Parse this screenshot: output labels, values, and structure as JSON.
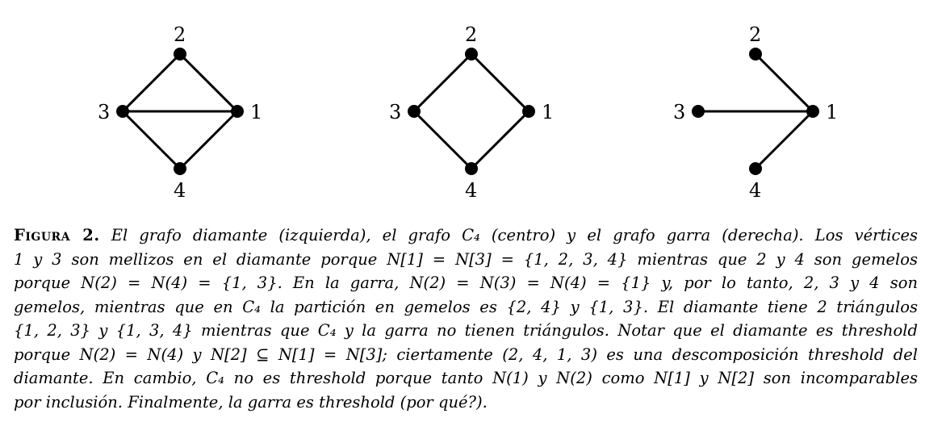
{
  "graphs": [
    {
      "name": "diamante",
      "vertex_labels": [
        "1",
        "2",
        "3",
        "4"
      ],
      "edges": [
        [
          "1",
          "2"
        ],
        [
          "1",
          "3"
        ],
        [
          "1",
          "4"
        ],
        [
          "2",
          "3"
        ],
        [
          "3",
          "4"
        ]
      ]
    },
    {
      "name": "C4",
      "vertex_labels": [
        "1",
        "2",
        "3",
        "4"
      ],
      "edges": [
        [
          "1",
          "2"
        ],
        [
          "2",
          "3"
        ],
        [
          "3",
          "4"
        ],
        [
          "4",
          "1"
        ]
      ]
    },
    {
      "name": "garra",
      "vertex_labels": [
        "1",
        "2",
        "3",
        "4"
      ],
      "edges": [
        [
          "1",
          "2"
        ],
        [
          "1",
          "3"
        ],
        [
          "1",
          "4"
        ]
      ]
    }
  ],
  "caption": {
    "label": "Figura 2.",
    "lines": [
      "El grafo diamante (izquierda), el grafo C₄ (centro) y el grafo garra (derecha). Los vértices",
      "1 y 3 son mellizos en el diamante porque N[1] = N[3] = {1, 2, 3, 4} mientras que 2 y 4 son gemelos",
      "porque N(2) = N(4) = {1, 3}. En la garra, N(2) = N(3) = N(4) = {1} y, por lo tanto, 2, 3 y 4 son",
      "gemelos, mientras que en C₄ la partición en gemelos es {2, 4} y {1, 3}. El diamante tiene 2 triángulos",
      "{1, 2, 3} y {1, 3, 4} mientras que C₄ y la garra no tienen triángulos. Notar que el diamante es threshold",
      "porque N(2) = N(4) y N[2] ⊆ N[1] = N[3]; ciertamente (2, 4, 1, 3) es una descomposición threshold del",
      "diamante. En cambio, C₄ no es threshold porque tanto N(1) y N(2) como N[1] y N[2] son incomparables",
      "por inclusión. Finalmente, la garra es threshold (por qué?)."
    ]
  }
}
